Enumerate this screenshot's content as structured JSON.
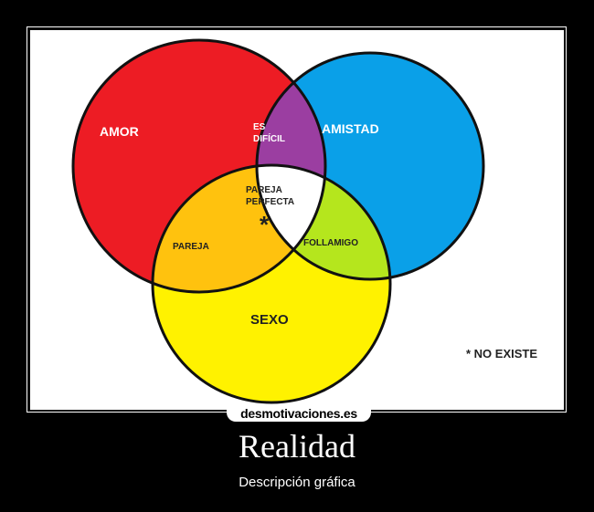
{
  "diagram": {
    "circles": [
      {
        "label": "AMOR",
        "color": "#ed1c24"
      },
      {
        "label": "AMISTAD",
        "color": "#0aa0e8"
      },
      {
        "label": "SEXO",
        "color": "#fff200"
      }
    ],
    "intersections": {
      "amor_amistad": {
        "label_line1": "ES",
        "label_line2": "DIFÍCIL",
        "color": "#9b3ea1"
      },
      "amor_sexo": {
        "label": "PAREJA",
        "color": "#ffc20e"
      },
      "amistad_sexo": {
        "label": "FOLLAMIGO",
        "color": "#b5e61d"
      },
      "center": {
        "label_line1": "PAREJA",
        "label_line2": "PERFECTA",
        "mark": "*",
        "color": "#ffffff"
      }
    },
    "footnote": "* NO EXISTE"
  },
  "watermark": "desmotivaciones.es",
  "poster": {
    "title": "Realidad",
    "subtitle": "Descripción gráfica"
  }
}
